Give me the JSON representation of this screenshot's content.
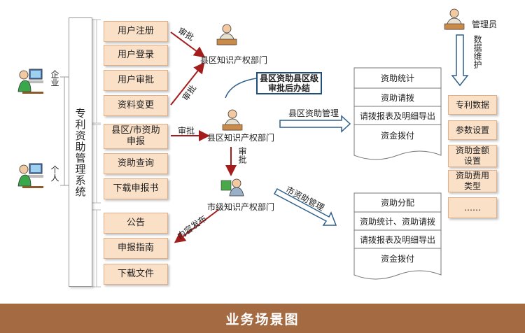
{
  "system_label": "专利资助管理系统",
  "user_functions": [
    "用户注册",
    "用户登录",
    "用户审批",
    "资料变更"
  ],
  "apply_functions": [
    "县区/市资助申报",
    "资助查询",
    "下载申报书"
  ],
  "public_functions": [
    "公告",
    "申报指南",
    "下载文件"
  ],
  "actors": {
    "enterprise": "企业",
    "individual": "个人",
    "admin": "管理员"
  },
  "departments": {
    "county_top": "县区知识产权部门",
    "county_mid": "县区知识产权部门",
    "city": "市级知识产权部门"
  },
  "note": "县区资助县区级审批后办结",
  "arrows": {
    "approve1": "审批",
    "approve2": "审批",
    "approve3": "审批",
    "approve4": "审批",
    "publish": "内容发布",
    "county_mgmt": "县区资助管理",
    "city_mgmt": "市资助管理",
    "data_maint": "数据维护"
  },
  "county_doc": [
    "资助统计",
    "资助请拨",
    "请拨报表及明细导出",
    "资金拨付"
  ],
  "city_doc": [
    "资助分配",
    "资助统计、资助请拨",
    "请拨报表及明细导出",
    "资金拨付"
  ],
  "admin_items": [
    "专利数据",
    "参数设置",
    "资助金额设置",
    "资助费用类型",
    "……"
  ],
  "footer_title": "业务场景图",
  "colors": {
    "peach": "#fbe0c8",
    "red_arrow": "#a31d1d",
    "blue_arrow": "#2f5f8a",
    "footer": "#a46a42"
  }
}
